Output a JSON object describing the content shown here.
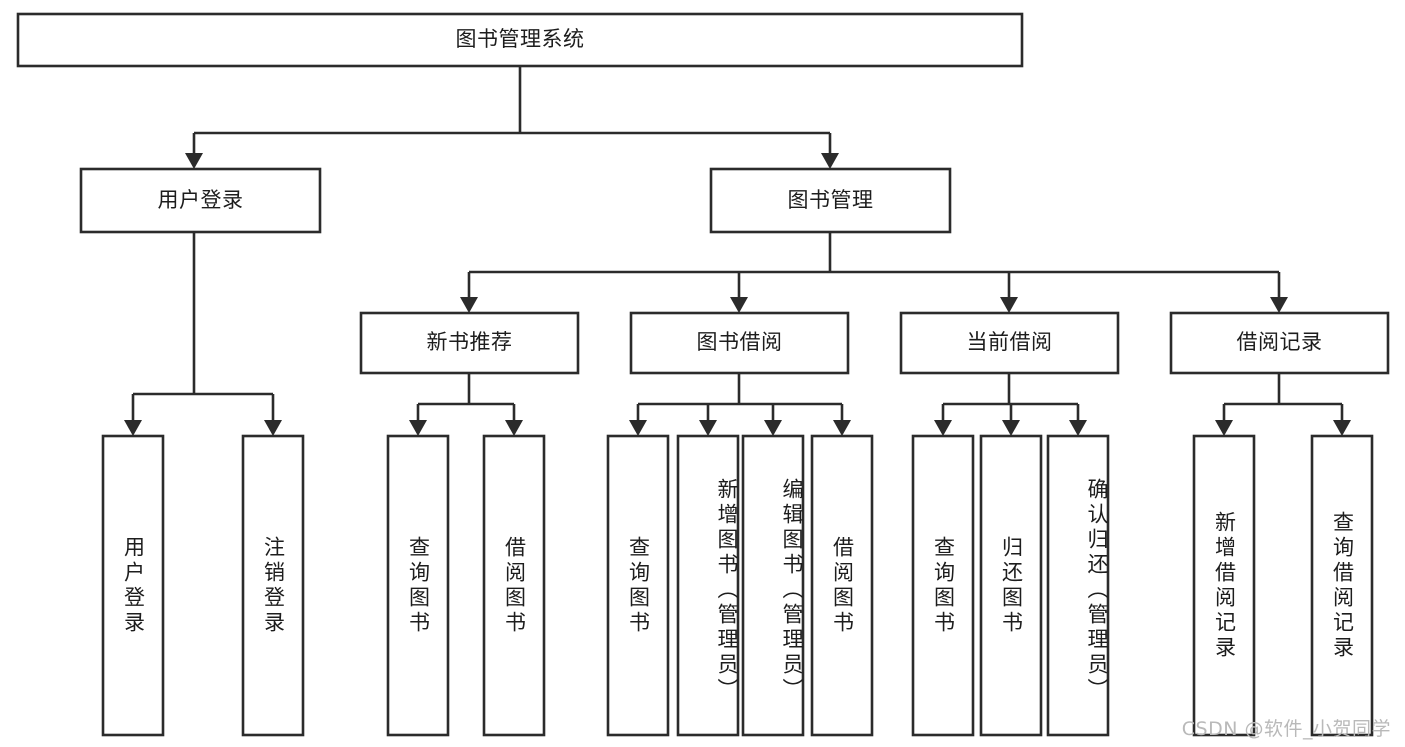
{
  "diagram": {
    "type": "tree-hierarchy",
    "title": "图书管理系统",
    "orientation": "top-down",
    "watermark": "CSDN @软件_小贺同学",
    "colors": {
      "stroke": "#2b2b2b",
      "box_fill": "#ffffff",
      "text": "#1d1d1d",
      "background": "#ffffff",
      "watermark": "#b9b9b9"
    },
    "root": {
      "label": "图书管理系统",
      "text_direction": "horizontal"
    },
    "level2": [
      {
        "label": "用户登录",
        "text_direction": "horizontal"
      },
      {
        "label": "图书管理",
        "text_direction": "horizontal"
      }
    ],
    "level3": [
      {
        "label": "新书推荐",
        "text_direction": "horizontal",
        "parent": "图书管理"
      },
      {
        "label": "图书借阅",
        "text_direction": "horizontal",
        "parent": "图书管理"
      },
      {
        "label": "当前借阅",
        "text_direction": "horizontal",
        "parent": "图书管理"
      },
      {
        "label": "借阅记录",
        "text_direction": "horizontal",
        "parent": "图书管理"
      }
    ],
    "leaves": [
      {
        "label": "用户登录",
        "text_direction": "vertical",
        "parent": "用户登录"
      },
      {
        "label": "注销登录",
        "text_direction": "vertical",
        "parent": "用户登录"
      },
      {
        "label": "查询图书",
        "text_direction": "vertical",
        "parent": "新书推荐"
      },
      {
        "label": "借阅图书",
        "text_direction": "vertical",
        "parent": "新书推荐"
      },
      {
        "label": "查询图书",
        "text_direction": "vertical",
        "parent": "图书借阅"
      },
      {
        "label": "新增图书（管理员）",
        "text_direction": "vertical",
        "parent": "图书借阅"
      },
      {
        "label": "编辑图书（管理员）",
        "text_direction": "vertical",
        "parent": "图书借阅"
      },
      {
        "label": "借阅图书",
        "text_direction": "vertical",
        "parent": "图书借阅"
      },
      {
        "label": "查询图书",
        "text_direction": "vertical",
        "parent": "当前借阅"
      },
      {
        "label": "归还图书",
        "text_direction": "vertical",
        "parent": "当前借阅"
      },
      {
        "label": "确认归还（管理员）",
        "text_direction": "vertical",
        "parent": "当前借阅"
      },
      {
        "label": "新增借阅记录",
        "text_direction": "vertical",
        "parent": "借阅记录"
      },
      {
        "label": "查询借阅记录",
        "text_direction": "vertical",
        "parent": "借阅记录"
      }
    ]
  }
}
